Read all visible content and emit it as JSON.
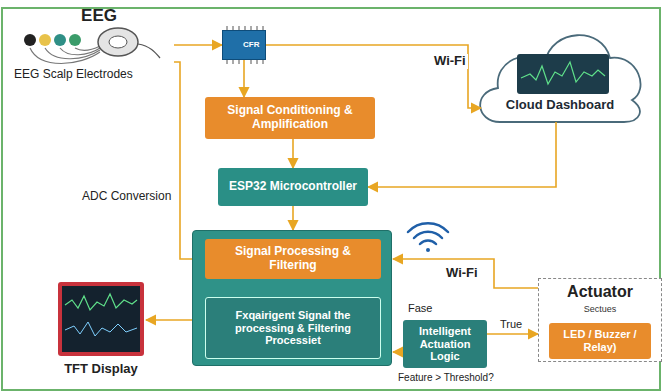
{
  "diagram": {
    "nodes": [
      {
        "text": [
          "EEG",
          "EEG Scalp Electrodes"
        ]
      },
      {
        "text": [
          "CFR"
        ]
      },
      {
        "text": [
          "Cloud Dashboard"
        ]
      },
      {
        "text": [
          "Signal Conditioning & Amplification"
        ]
      },
      {
        "text": [
          "ESP32 Microcontroller"
        ]
      },
      {
        "text": []
      },
      {
        "text": [
          "Signal Processing & Filtering"
        ],
        "in": 5
      },
      {
        "text": [
          "Fxqairigent Signal the processing & Filtering Processiet"
        ],
        "in": 5
      },
      {
        "text": [
          "TFT Display"
        ]
      },
      {
        "text": [
          "Actuator",
          "Sectues"
        ]
      },
      {
        "text": [
          "LED / Buzzer / Relay)"
        ],
        "in": 9
      },
      {
        "text": [
          "Intelligent Actuation Logic"
        ]
      }
    ],
    "edges": [
      {
        "from": 0,
        "to": 1,
        "arrow": "to"
      },
      {
        "from": 1,
        "to": 3,
        "arrow": "to"
      },
      {
        "from": 1,
        "to": 2,
        "label": "Wi-Fi",
        "arrow": "to"
      },
      {
        "from": 3,
        "to": 4,
        "arrow": "to"
      },
      {
        "from": 2,
        "to": 4,
        "arrow": "to"
      },
      {
        "from": 0,
        "to": 6,
        "label": "ADC Conversion",
        "arrow": "to"
      },
      {
        "from": 4,
        "to": 5,
        "arrow": "to"
      },
      {
        "from": 9,
        "to": 6,
        "label": "Wi-Fi",
        "arrow": "to"
      },
      {
        "from": 11,
        "to": 9,
        "label": "True",
        "arrow": "to"
      },
      {
        "from": 11,
        "to": 7,
        "arrow": "to"
      },
      {
        "from": 5,
        "to": 8,
        "arrow": "to"
      }
    ],
    "labels": [
      "Fase",
      "Feature > Threshold?"
    ]
  }
}
